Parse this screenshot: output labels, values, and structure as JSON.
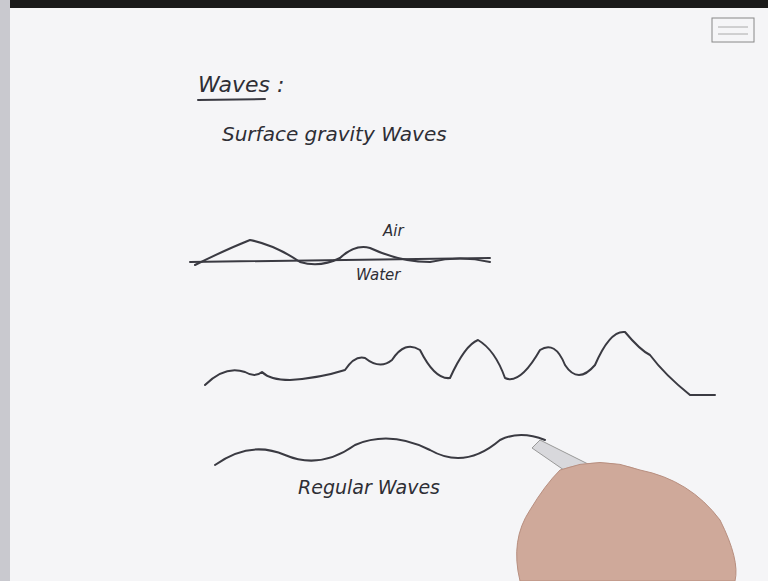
{
  "diagram": {
    "title": "Waves :",
    "labels": [
      "Surface gravity Waves",
      "Air",
      "Water",
      "Regular Waves"
    ]
  }
}
